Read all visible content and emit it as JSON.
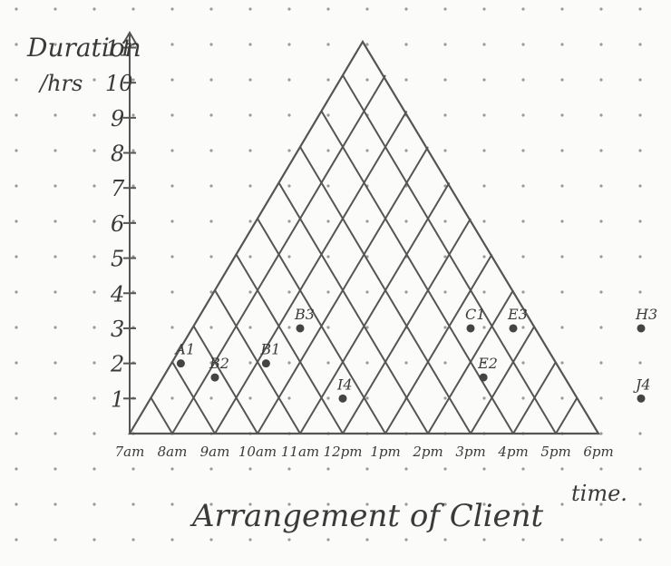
{
  "axis": {
    "y_title_line1": "Duration",
    "y_title_line2": "/hrs",
    "x_title": "Arrangement of Client",
    "x_title_suffix": "time.",
    "y_ticks": [
      "1",
      "2",
      "3",
      "4",
      "5",
      "6",
      "7",
      "8",
      "9",
      "10",
      "11"
    ],
    "x_ticks": [
      "7am",
      "8am",
      "9am",
      "10am",
      "11am",
      "12pm",
      "1pm",
      "2pm",
      "3pm",
      "4pm",
      "5pm",
      "6pm"
    ]
  },
  "points": [
    {
      "label": "A1",
      "t": 8.2,
      "d": 2
    },
    {
      "label": "B2",
      "t": 9.0,
      "d": 1.6
    },
    {
      "label": "B1",
      "t": 10.2,
      "d": 2
    },
    {
      "label": "B3",
      "t": 11.0,
      "d": 3
    },
    {
      "label": "I4",
      "t": 12.0,
      "d": 1
    },
    {
      "label": "C1",
      "t": 15.0,
      "d": 3
    },
    {
      "label": "E2",
      "t": 15.3,
      "d": 1.6
    },
    {
      "label": "E3",
      "t": 16.0,
      "d": 3
    },
    {
      "label": "H3",
      "t": 19.0,
      "d": 3
    },
    {
      "label": "J4",
      "t": 19.0,
      "d": 1
    }
  ],
  "colors": {
    "ink": "#555555",
    "dot": "#7a7a7a",
    "paper": "#fbfbf9"
  }
}
